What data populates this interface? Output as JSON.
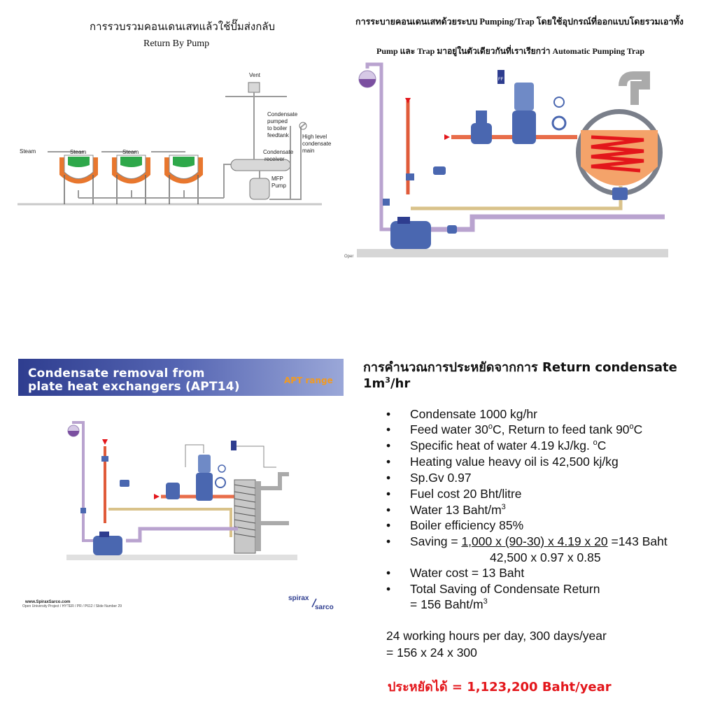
{
  "panel_return_by_pump": {
    "title_thai": "การรวบรวมคอนเดนเสทแล้วใช้ปั๊มส่งกลับ",
    "subtitle": "Return By Pump",
    "labels": {
      "vent": "Vent",
      "steam": "Steam",
      "condensate_pumped_1": "Condensate",
      "condensate_pumped_2": "pumped",
      "condensate_pumped_3": "to boiler",
      "condensate_pumped_4": "feedtank",
      "receiver_1": "Condensate",
      "receiver_2": "receiver",
      "high_level_1": "High level",
      "high_level_2": "condensate",
      "high_level_3": "main",
      "mfp_1": "MFP",
      "mfp_2": "Pump"
    }
  },
  "panel_pumping_trap": {
    "title_line1": "การระบายคอนเดนเสทด้วยระบบ Pumping/Trap โดยใช้อุปกรณ์ที่ออกแบบโดยรวมเอาทั้ง",
    "title_line2": "Pump และ Trap มาอยู่ในตัวเดียวกันที่เราเรียกว่า Automatic Pumping Trap",
    "credit": "Oper",
    "controller_label": "FF"
  },
  "panel_apt14": {
    "banner_line1": "Condensate removal from",
    "banner_line2": "plate heat exchangers (APT14)",
    "banner_tag": "APT range",
    "website": "www.SpiraxSarco.com",
    "footer": "Open University Project / HYTER / PR / P612 / Slide Number 29",
    "logo_top": "spirax",
    "logo_bottom": "sarco"
  },
  "calculation": {
    "title_line1": "การคำนวณการประหยัดจากการ Return condensate",
    "title_line2_main": "1m",
    "title_line2_sup": "3",
    "title_line2_tail": "/hr",
    "bullet": "•",
    "items": {
      "condensate": "Condensate 1000 kg/hr",
      "feed_a": "Feed water 30",
      "feed_sup_a": "o",
      "feed_b": "C, Return to feed tank 90",
      "feed_sup_b": "o",
      "feed_c": "C",
      "specific_a": "Specific heat of water 4.19  kJ/kg. ",
      "specific_sup": "o",
      "specific_b": "C",
      "heating": "Heating value heavy oil is 42,500 kj/kg",
      "spgv": "Sp.Gv 0.97",
      "fuel": "Fuel cost 20 Bht/litre",
      "water_a": "Water 13 Baht/m",
      "water_sup": "3",
      "boiler": "Boiler efficiency 85%",
      "saving_prefix": "Saving = ",
      "saving_numerator": "1,000 x (90-30) x 4.19 x 20",
      "saving_result": " =143 Baht",
      "saving_denominator": "42,500 x 0.97 x 0.85",
      "water_cost": "Water cost = 13 Baht",
      "total_line1": "Total Saving of Condensate Return",
      "total_line2_a": "= 156 Baht/m",
      "total_line2_sup": "3"
    },
    "hours_line1": "24 working hours per day, 300 days/year",
    "hours_line2": "= 156 x 24 x 300",
    "result": "ประหยัดได้ = 1,123,200 Baht/year"
  },
  "colors": {
    "accent_red": "#e3161b",
    "banner_blue": "#2e3d8f",
    "banner_orange": "#f39a1f",
    "vessel_orange": "#e8772e",
    "pipe_purple": "#b9a3cf",
    "pipe_tan": "#d9c28a",
    "equipment_blue": "#4a67b0"
  }
}
